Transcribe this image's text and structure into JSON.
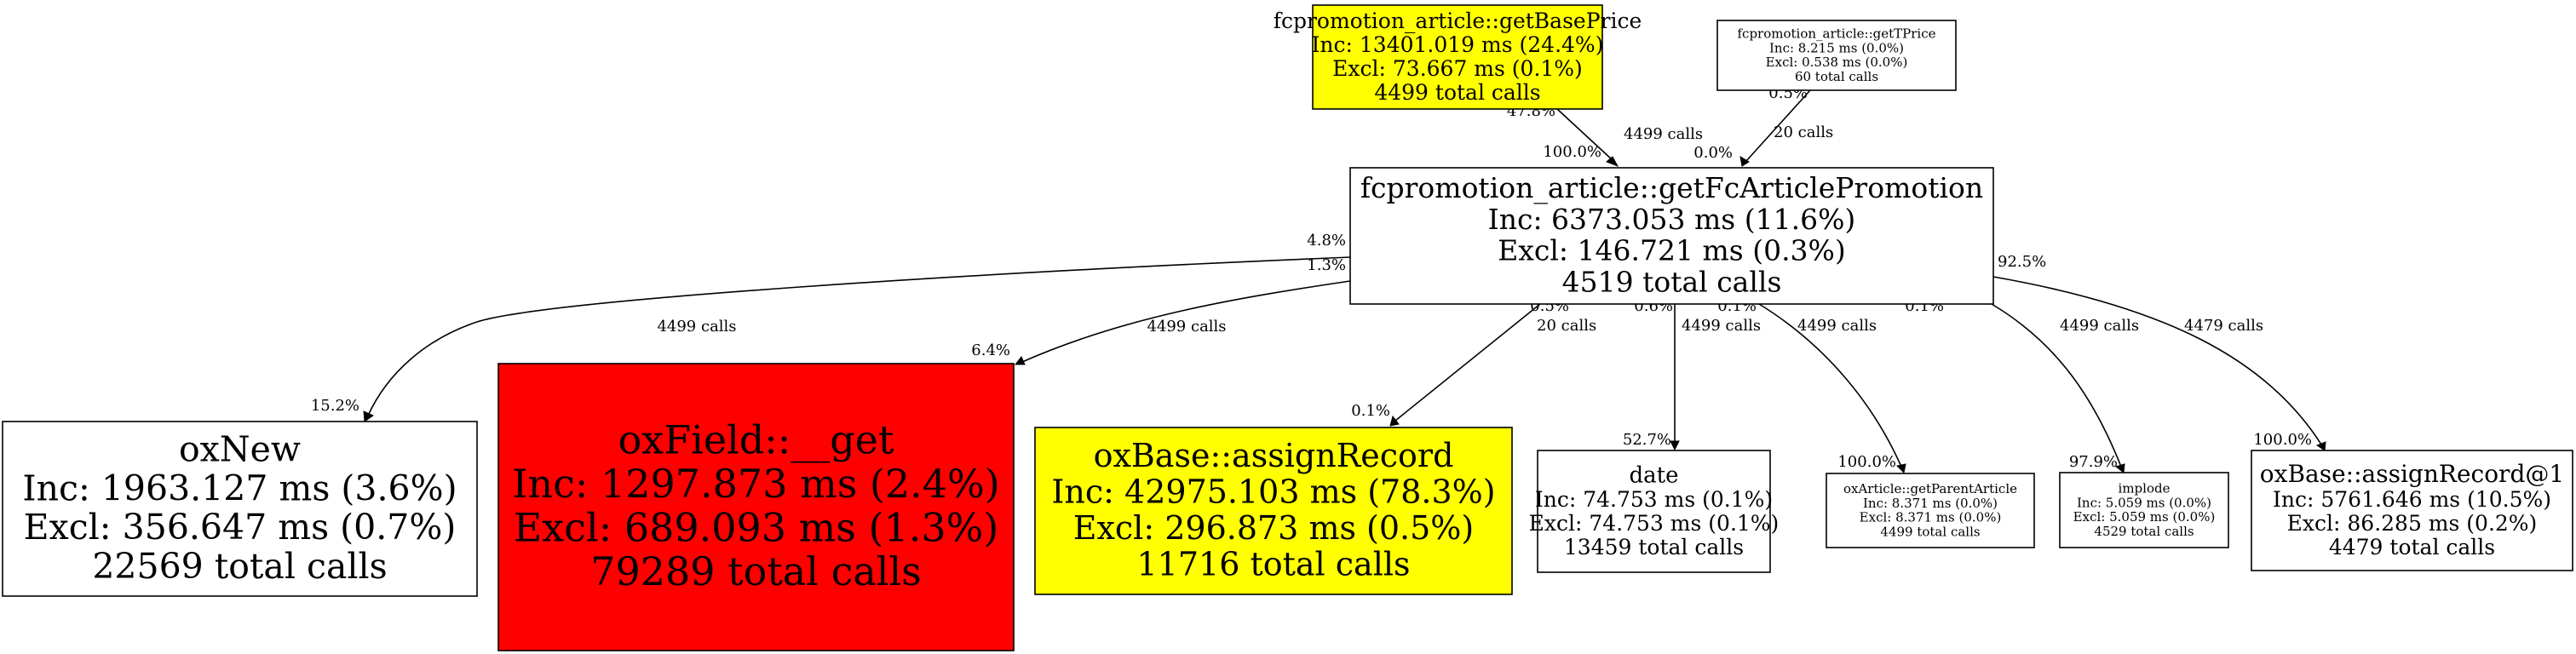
{
  "graph": {
    "nodes": [
      {
        "id": "getBasePrice",
        "lines": [
          "fcpromotion_article::getBasePrice",
          "Inc: 13401.019 ms (24.4%)",
          "Excl: 73.667 ms (0.1%)",
          "4499 total calls"
        ],
        "fill": "#ffff00"
      },
      {
        "id": "getTPrice",
        "lines": [
          "fcpromotion_article::getTPrice",
          "Inc: 8.215 ms (0.0%)",
          "Excl: 0.538 ms (0.0%)",
          "60 total calls"
        ],
        "fill": "#ffffff"
      },
      {
        "id": "getFcArticlePromotion",
        "lines": [
          "fcpromotion_article::getFcArticlePromotion",
          "Inc: 6373.053 ms (11.6%)",
          "Excl: 146.721 ms (0.3%)",
          "4519 total calls"
        ],
        "fill": "#ffffff"
      },
      {
        "id": "oxNew",
        "lines": [
          "oxNew",
          "Inc: 1963.127 ms (3.6%)",
          "Excl: 356.647 ms (0.7%)",
          "22569 total calls"
        ],
        "fill": "#ffffff"
      },
      {
        "id": "oxFieldGet",
        "lines": [
          "oxField::__get",
          "Inc: 1297.873 ms (2.4%)",
          "Excl: 689.093 ms (1.3%)",
          "79289 total calls"
        ],
        "fill": "#ff0000"
      },
      {
        "id": "assignRecord",
        "lines": [
          "oxBase::assignRecord",
          "Inc: 42975.103 ms (78.3%)",
          "Excl: 296.873 ms (0.5%)",
          "11716 total calls"
        ],
        "fill": "#ffff00"
      },
      {
        "id": "date",
        "lines": [
          "date",
          "Inc: 74.753 ms (0.1%)",
          "Excl: 74.753 ms (0.1%)",
          "13459 total calls"
        ],
        "fill": "#ffffff"
      },
      {
        "id": "getParentArticle",
        "lines": [
          "oxArticle::getParentArticle",
          "Inc: 8.371 ms (0.0%)",
          "Excl: 8.371 ms (0.0%)",
          "4499 total calls"
        ],
        "fill": "#ffffff"
      },
      {
        "id": "implode",
        "lines": [
          "implode",
          "Inc: 5.059 ms (0.0%)",
          "Excl: 5.059 ms (0.0%)",
          "4529 total calls"
        ],
        "fill": "#ffffff"
      },
      {
        "id": "assignRecord1",
        "lines": [
          "oxBase::assignRecord@1",
          "Inc: 5761.646 ms (10.5%)",
          "Excl: 86.285 ms (0.2%)",
          "4479 total calls"
        ],
        "fill": "#ffffff"
      }
    ],
    "edges": [
      {
        "from": "getBasePrice",
        "to": "getFcArticlePromotion",
        "calls": "4499 calls",
        "tail_pct": "47.8%",
        "head_pct": "100.0%"
      },
      {
        "from": "getTPrice",
        "to": "getFcArticlePromotion",
        "calls": "20 calls",
        "tail_pct": "0.5%",
        "head_pct": "0.0%"
      },
      {
        "from": "getFcArticlePromotion",
        "to": "oxNew",
        "calls": "4499 calls",
        "tail_pct": "4.8%",
        "head_pct": "15.2%"
      },
      {
        "from": "getFcArticlePromotion",
        "to": "oxFieldGet",
        "calls": "4499 calls",
        "tail_pct": "1.3%",
        "head_pct": "6.4%"
      },
      {
        "from": "getFcArticlePromotion",
        "to": "assignRecord",
        "calls": "20 calls",
        "tail_pct": "0.5%",
        "head_pct": "0.1%"
      },
      {
        "from": "getFcArticlePromotion",
        "to": "date",
        "calls": "4499 calls",
        "tail_pct": "0.6%",
        "head_pct": "52.7%"
      },
      {
        "from": "getFcArticlePromotion",
        "to": "getParentArticle",
        "calls": "4499 calls",
        "tail_pct": "0.1%",
        "head_pct": "100.0%"
      },
      {
        "from": "getFcArticlePromotion",
        "to": "implode",
        "calls": "4499 calls",
        "tail_pct": "0.1%",
        "head_pct": "97.9%"
      },
      {
        "from": "getFcArticlePromotion",
        "to": "assignRecord1",
        "calls": "4479 calls",
        "tail_pct": "92.5%",
        "head_pct": "100.0%"
      }
    ]
  }
}
